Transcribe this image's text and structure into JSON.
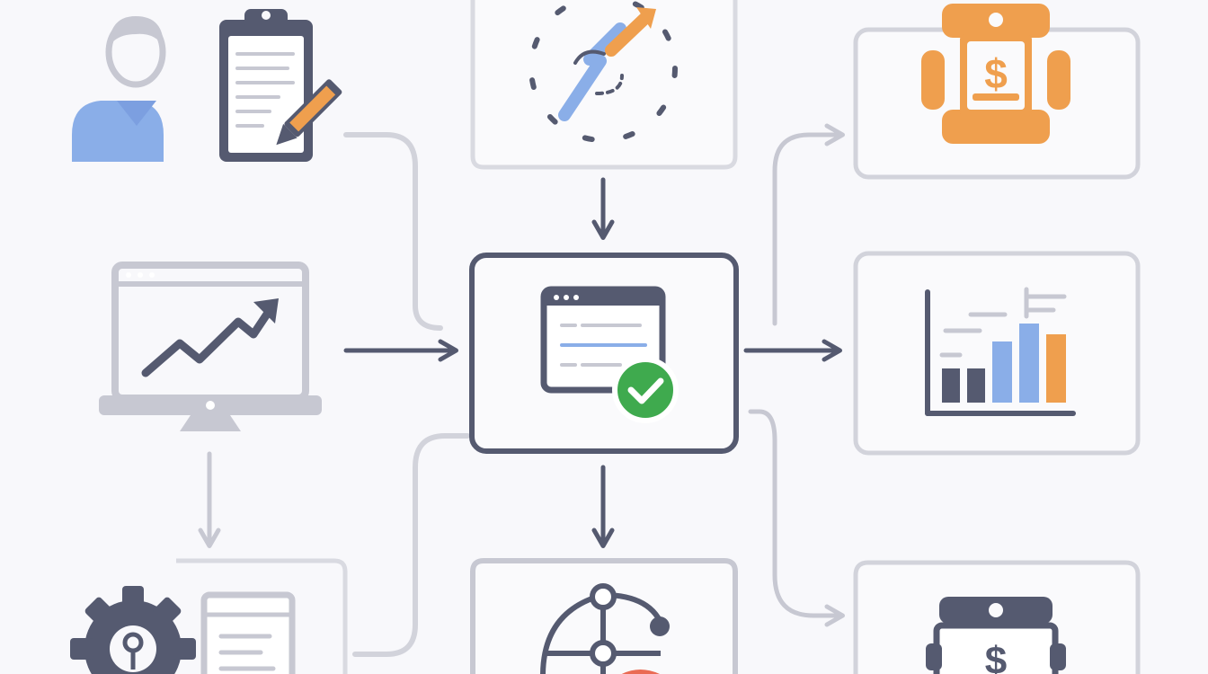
{
  "diagram": {
    "type": "workflow-flowchart",
    "palette": {
      "dark": "#555a70",
      "light": "#c7c8d2",
      "blue": "#8aaee8",
      "orange": "#ef9f4e",
      "green": "#3faa4e",
      "red": "#ea6b54",
      "background": "#f8f8fb"
    },
    "nodes": [
      {
        "id": "user-form",
        "icon": "user-with-clipboard-and-pencil-icon",
        "label": ""
      },
      {
        "id": "performance-monitor",
        "icon": "monitor-with-trend-arrow-icon",
        "label": ""
      },
      {
        "id": "settings-document",
        "icon": "gear-with-document-icon",
        "label": ""
      },
      {
        "id": "fast-processing",
        "icon": "compass-arrow-speed-icon",
        "label": ""
      },
      {
        "id": "approval-center",
        "icon": "window-with-checkmark-icon",
        "label": ""
      },
      {
        "id": "network-hub",
        "icon": "network-nodes-icon",
        "label": ""
      },
      {
        "id": "cost-billing",
        "icon": "dollar-puzzle-icon",
        "label": ""
      },
      {
        "id": "analytics-report",
        "icon": "bar-chart-icon",
        "label": ""
      },
      {
        "id": "payment-module",
        "icon": "dollar-module-icon",
        "label": ""
      }
    ],
    "edges": [
      {
        "from": "user-form",
        "to": "approval-center",
        "style": "light"
      },
      {
        "from": "performance-monitor",
        "to": "approval-center",
        "style": "dark"
      },
      {
        "from": "performance-monitor",
        "to": "settings-document",
        "style": "light"
      },
      {
        "from": "settings-document",
        "to": "approval-center",
        "style": "light"
      },
      {
        "from": "fast-processing",
        "to": "approval-center",
        "style": "dark"
      },
      {
        "from": "approval-center",
        "to": "network-hub",
        "style": "dark"
      },
      {
        "from": "approval-center",
        "to": "cost-billing",
        "style": "light"
      },
      {
        "from": "approval-center",
        "to": "analytics-report",
        "style": "dark"
      },
      {
        "from": "approval-center",
        "to": "payment-module",
        "style": "light"
      }
    ]
  }
}
